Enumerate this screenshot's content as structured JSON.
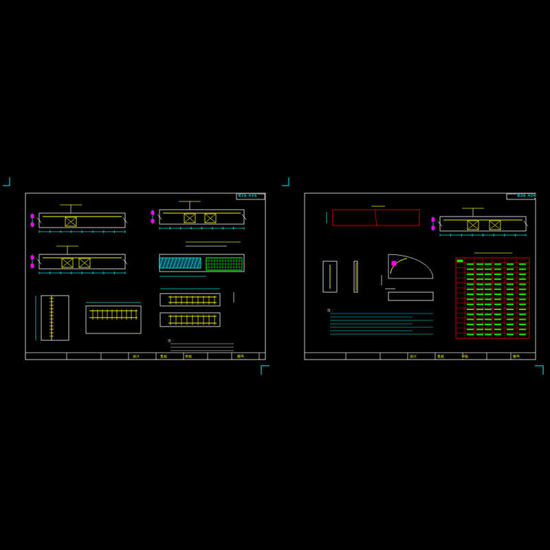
{
  "diagram": {
    "labels": [
      "第1张 共2张",
      "第2张 共2张",
      "注：",
      "注：",
      "设计",
      "复核",
      "审核",
      "图号",
      "设计",
      "复核",
      "审核",
      "图号"
    ]
  }
}
